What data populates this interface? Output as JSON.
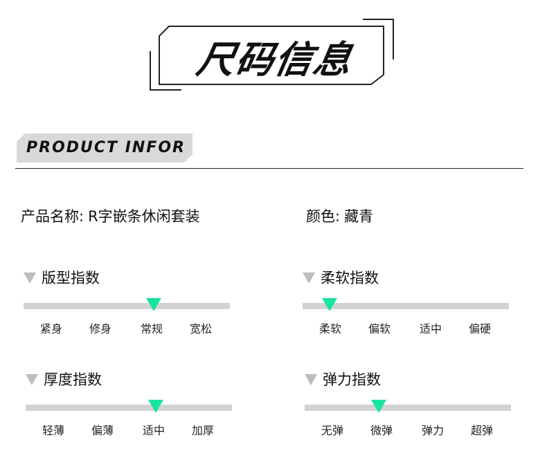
{
  "header": {
    "title": "尺码信息"
  },
  "section": {
    "label": "PRODUCT INFOR"
  },
  "product": {
    "name_label": "产品名称:",
    "name_value": "R字嵌条休闲套装",
    "color_label": "颜色:",
    "color_value": "藏青"
  },
  "colors": {
    "marker": "#19e49c",
    "track": "#d2d2d2",
    "label_triangle": "#bdbdbd",
    "banner": "#d9d9d9"
  },
  "indices": [
    {
      "title": "版型指数",
      "options": [
        "紧身",
        "修身",
        "常规",
        "宽松"
      ],
      "level": 0.63
    },
    {
      "title": "柔软指数",
      "options": [
        "柔软",
        "偏软",
        "适中",
        "偏硬"
      ],
      "level": 0.13
    },
    {
      "title": "厚度指数",
      "options": [
        "轻薄",
        "偏薄",
        "适中",
        "加厚"
      ],
      "level": 0.63
    },
    {
      "title": "弹力指数",
      "options": [
        "无弹",
        "微弹",
        "弹力",
        "超弹"
      ],
      "level": 0.36
    }
  ]
}
